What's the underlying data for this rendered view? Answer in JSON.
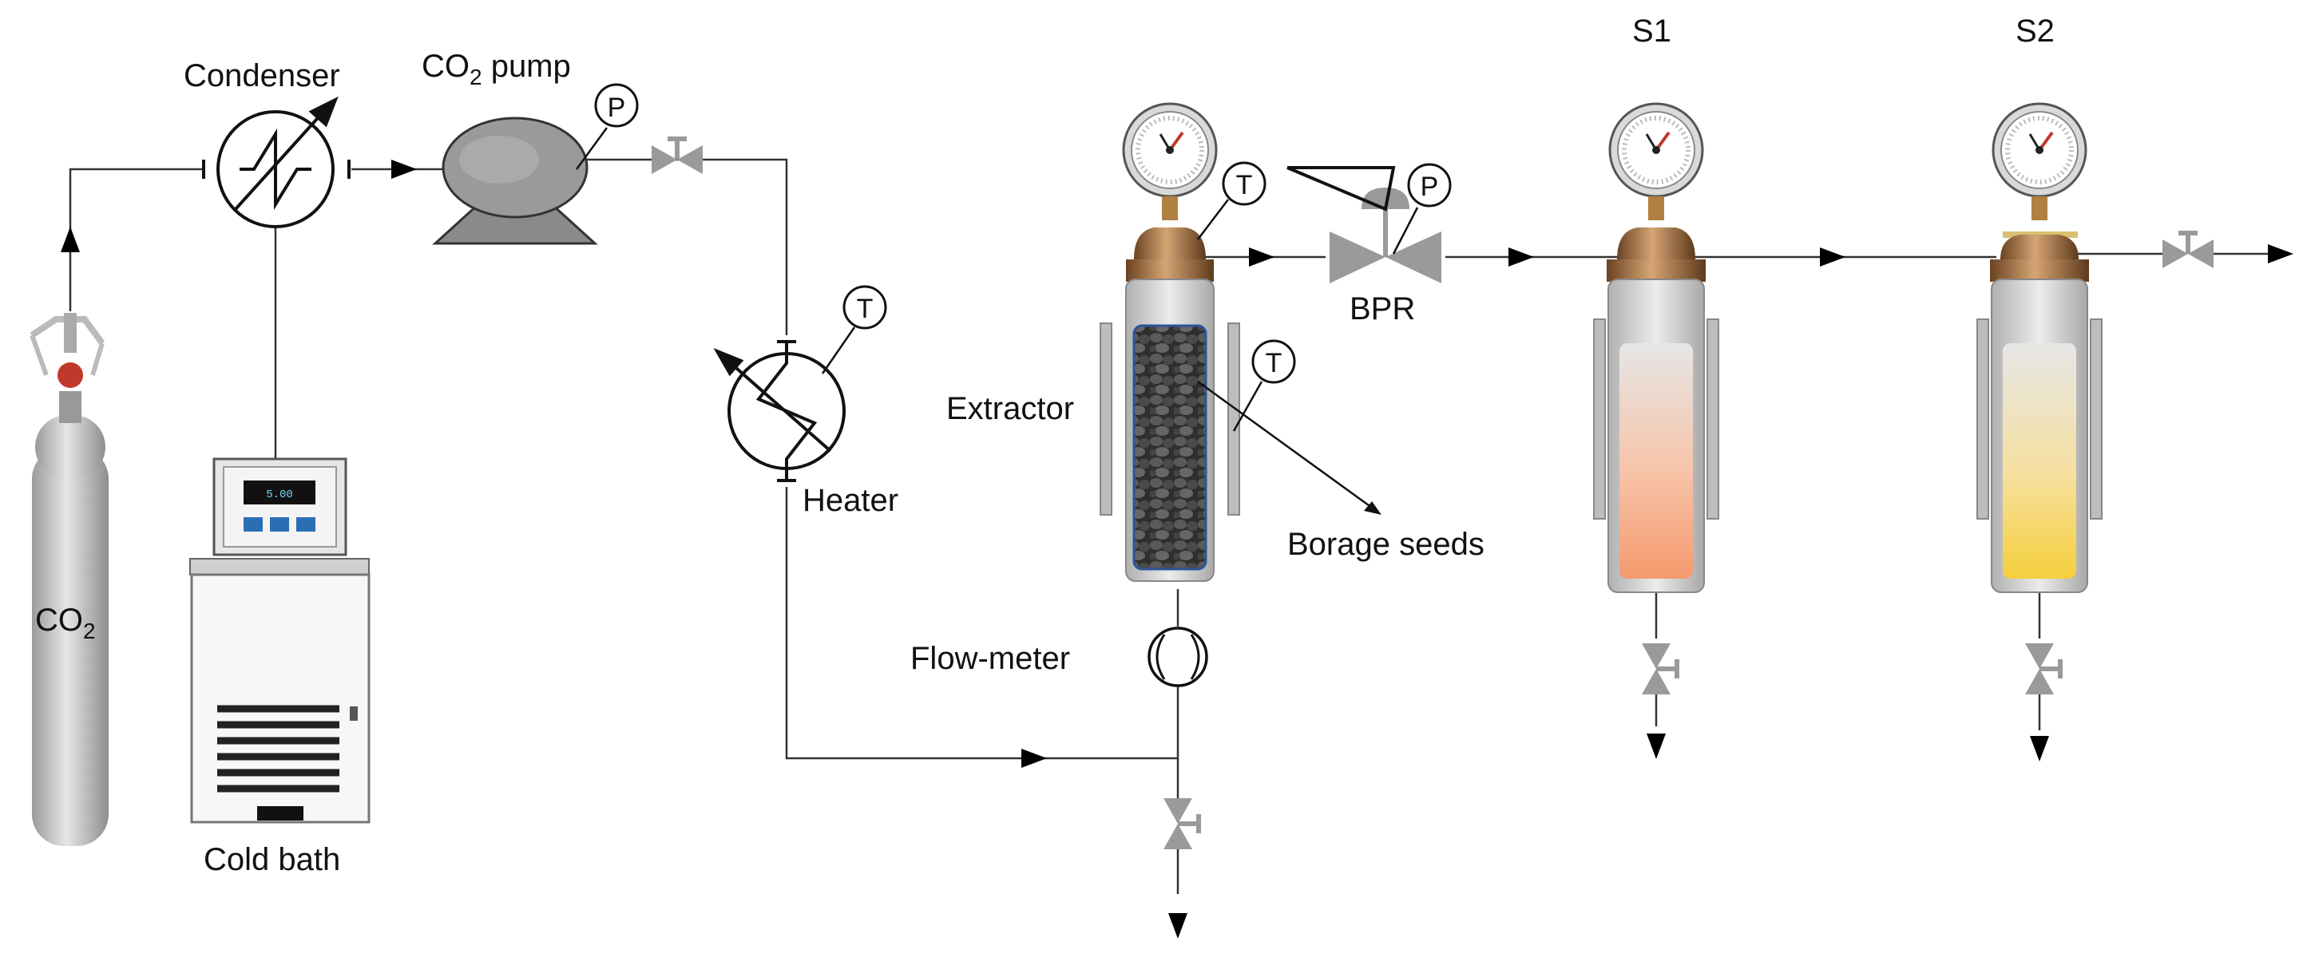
{
  "labels": {
    "co2_cylinder": "CO",
    "co2_cylinder_sub": "2",
    "condenser": "Condenser",
    "pump_prefix": "CO",
    "pump_sub": "2",
    "pump_suffix": " pump",
    "cold_bath": "Cold bath",
    "bath_display": "5.00",
    "heater": "Heater",
    "extractor": "Extractor",
    "borage_seeds": "Borage seeds",
    "flow_meter": "Flow-meter",
    "bpr": "BPR",
    "s1": "S1",
    "s2": "S2",
    "pressure_tag": "P",
    "temperature_tag": "T"
  },
  "colors": {
    "line": "#222222",
    "valve": "#9a9a9a",
    "metal": "#c8c8c8",
    "seeds": "#3a3a3a",
    "s1_liquid": "#f7a27a",
    "s2_liquid": "#f6d24a",
    "brass": "#a8743e"
  },
  "icons": {
    "cylinder": "gas-cylinder-icon",
    "heat_exchanger": "heat-exchanger-icon",
    "pump": "pump-icon",
    "valve": "valve-icon",
    "gauge": "pressure-gauge-icon",
    "flow_meter": "flow-meter-icon",
    "bath": "cold-bath-icon"
  }
}
